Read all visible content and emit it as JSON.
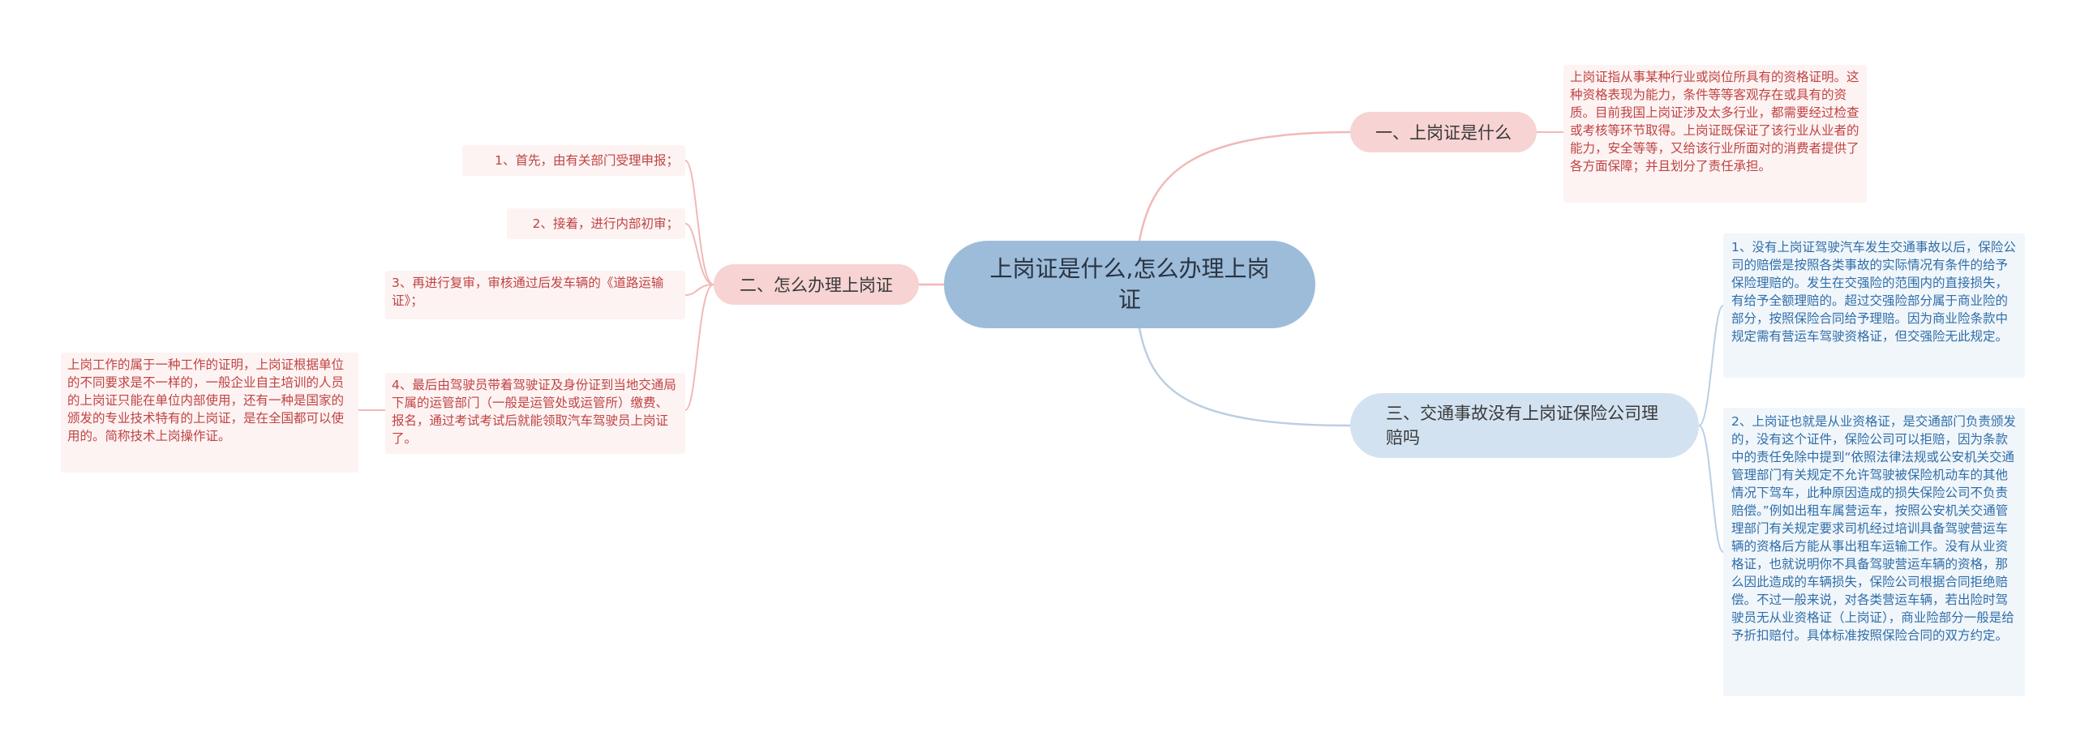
{
  "colors": {
    "center": "#9dbcda",
    "branch_red": "#f7d3d3",
    "branch_blue": "#d2e2f1",
    "leaf_red_text": "#c04343",
    "leaf_blue_text": "#2f6ea8"
  },
  "center": {
    "title": "上岗证是什么,怎么办理上岗证"
  },
  "branch1": {
    "label": "一、上岗证是什么",
    "leaf": "上岗证指从事某种行业或岗位所具有的资格证明。这种资格表现为能力，条件等等客观存在或具有的资质。目前我国上岗证涉及太多行业，都需要经过检查或考核等环节取得。上岗证既保证了该行业从业者的能力，安全等等，又给该行业所面对的消费者提供了各方面保障；并且划分了责任承担。"
  },
  "branch2": {
    "label": "二、怎么办理上岗证",
    "steps": [
      "1、首先，由有关部门受理申报；",
      "2、接着，进行内部初审；",
      "3、再进行复审，审核通过后发车辆的《道路运输证》；",
      "4、最后由驾驶员带着驾驶证及身份证到当地交通局下属的运管部门（一般是运管处或运管所）缴费、报名，通过考试考试后就能领取汽车驾驶员上岗证了。"
    ],
    "step4_note": "上岗工作的属于一种工作的证明，上岗证根据单位的不同要求是不一样的，一般企业自主培训的人员的上岗证只能在单位内部使用，还有一种是国家的颁发的专业技术特有的上岗证，是在全国都可以使用的。简称技术上岗操作证。"
  },
  "branch3": {
    "label": "三、交通事故没有上岗证保险公司理赔吗",
    "leaves": [
      "1、没有上岗证驾驶汽车发生交通事故以后，保险公司的赔偿是按照各类事故的实际情况有条件的给予保险理赔的。发生在交强险的范围内的直接损失，有给予全额理赔的。超过交强险部分属于商业险的部分，按照保险合同给予理赔。因为商业险条款中规定需有营运车驾驶资格证，但交强险无此规定。",
      "2、上岗证也就是从业资格证，是交通部门负责颁发的，没有这个证件，保险公司可以拒赔，因为条款中的责任免除中提到“依照法律法规或公安机关交通管理部门有关规定不允许驾驶被保险机动车的其他情况下驾车，此种原因造成的损失保险公司不负责赔偿。”例如出租车属营运车，按照公安机关交通管理部门有关规定要求司机经过培训具备驾驶营运车辆的资格后方能从事出租车运输工作。没有从业资格证，也就说明你不具备驾驶营运车辆的资格，那么因此造成的车辆损失，保险公司根据合同拒绝赔偿。不过一般来说，对各类营运车辆，若出险时驾驶员无从业资格证（上岗证），商业险部分一般是给予折扣赔付。具体标准按照保险合同的双方约定。"
    ]
  }
}
